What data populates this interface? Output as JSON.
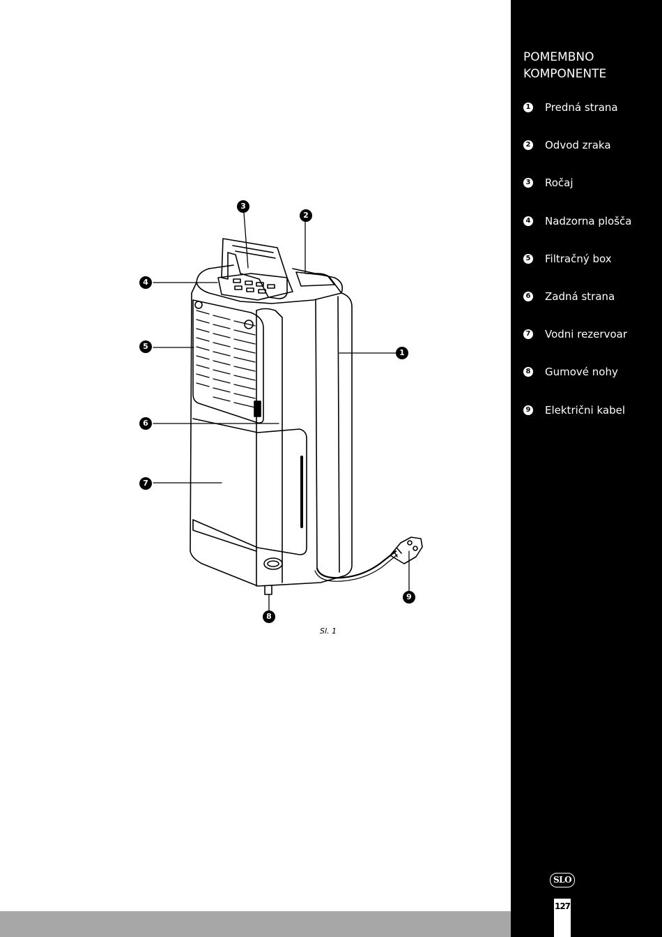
{
  "sidebar": {
    "title_line1": "POMEMBNO",
    "title_line2": "KOMPONENTE",
    "items": [
      {
        "num": "1",
        "label": "Predná strana"
      },
      {
        "num": "2",
        "label": "Odvod zraka"
      },
      {
        "num": "3",
        "label": "Ročaj"
      },
      {
        "num": "4",
        "label": "Nadzorna plošča"
      },
      {
        "num": "5",
        "label": "Filtračný box"
      },
      {
        "num": "6",
        "label": "Zadná strana"
      },
      {
        "num": "7",
        "label": "Vodni rezervoar"
      },
      {
        "num": "8",
        "label": "Gumové nohy"
      },
      {
        "num": "9",
        "label": "Električni kabel"
      }
    ]
  },
  "figure": {
    "caption": "Sl. 1",
    "callouts": [
      "1",
      "2",
      "3",
      "4",
      "5",
      "6",
      "7",
      "8",
      "9"
    ],
    "icon": "dehumidifier-illustration"
  },
  "footer": {
    "language": "SLO",
    "page_number": "127"
  },
  "colors": {
    "sidebar_bg": "#000000",
    "bottom_bar": "#a7a7a7",
    "page_bg": "#ffffff"
  }
}
